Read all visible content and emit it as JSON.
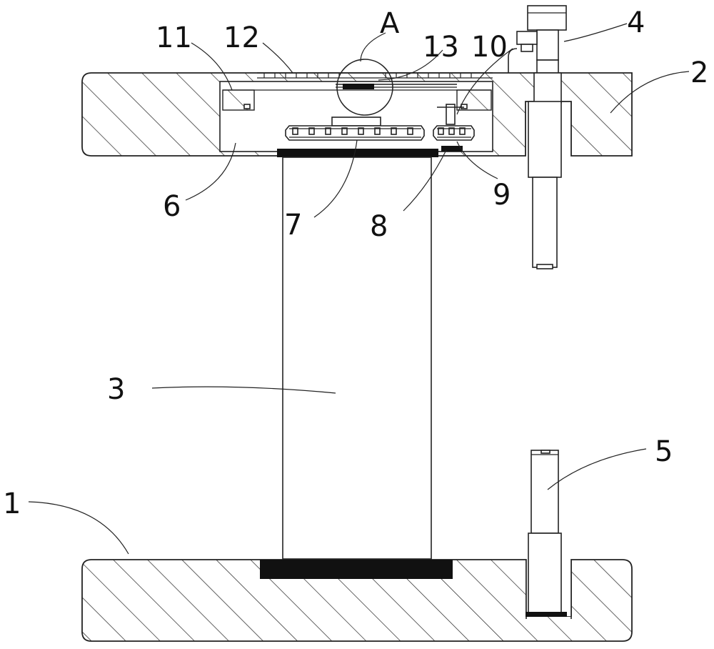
{
  "labels": {
    "base": "1",
    "top_plate": "2",
    "column": "3",
    "motor": "4",
    "lower_rod": "5",
    "housing": "6",
    "gear_large": "7",
    "pad": "8",
    "gear_small": "9",
    "shaft": "10",
    "block": "11",
    "slot": "12",
    "strip": "13",
    "detail_mark": "A"
  },
  "colors": {
    "stroke": "#222222",
    "fill_black": "#111111",
    "background": "#ffffff"
  }
}
